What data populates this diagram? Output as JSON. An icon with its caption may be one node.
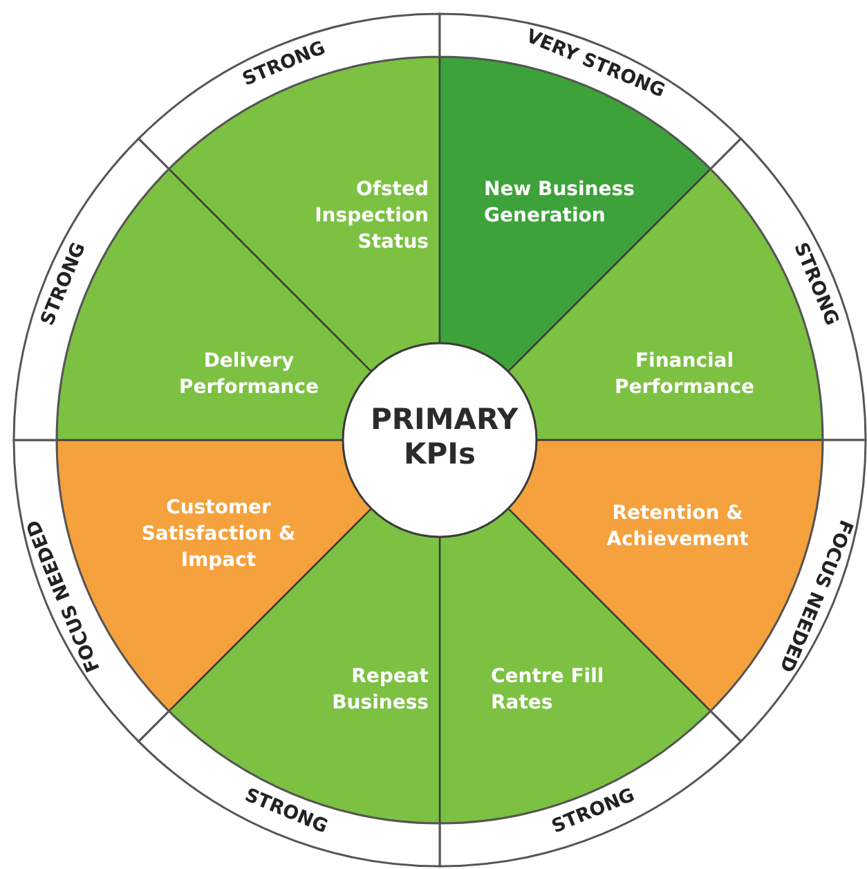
{
  "diagram": {
    "nodes": [
      {
        "text": [
          "Ofsted Inspection Status"
        ]
      },
      {
        "text": [
          "New Business Generation"
        ]
      },
      {
        "text": [
          "Financial Performance"
        ]
      },
      {
        "text": [
          "Retention & Achievement"
        ]
      },
      {
        "text": [
          "Centre Fill Rates"
        ]
      },
      {
        "text": [
          "Repeat Business"
        ]
      },
      {
        "text": [
          "Customer Satisfaction & Impact"
        ]
      },
      {
        "text": [
          "Delivery Performance"
        ]
      },
      {
        "text": [
          "STRONG"
        ]
      },
      {
        "text": [
          "VERY STRONG"
        ]
      },
      {
        "text": [
          "STRONG"
        ]
      },
      {
        "text": [
          "FOCUS NEEDED"
        ]
      },
      {
        "text": [
          "STRONG"
        ]
      },
      {
        "text": [
          "STRONG"
        ]
      },
      {
        "text": [
          "FOCUS NEEDED"
        ]
      },
      {
        "text": [
          "STRONG"
        ]
      },
      {
        "text": [
          "PRIMARY KPIs"
        ]
      }
    ]
  }
}
